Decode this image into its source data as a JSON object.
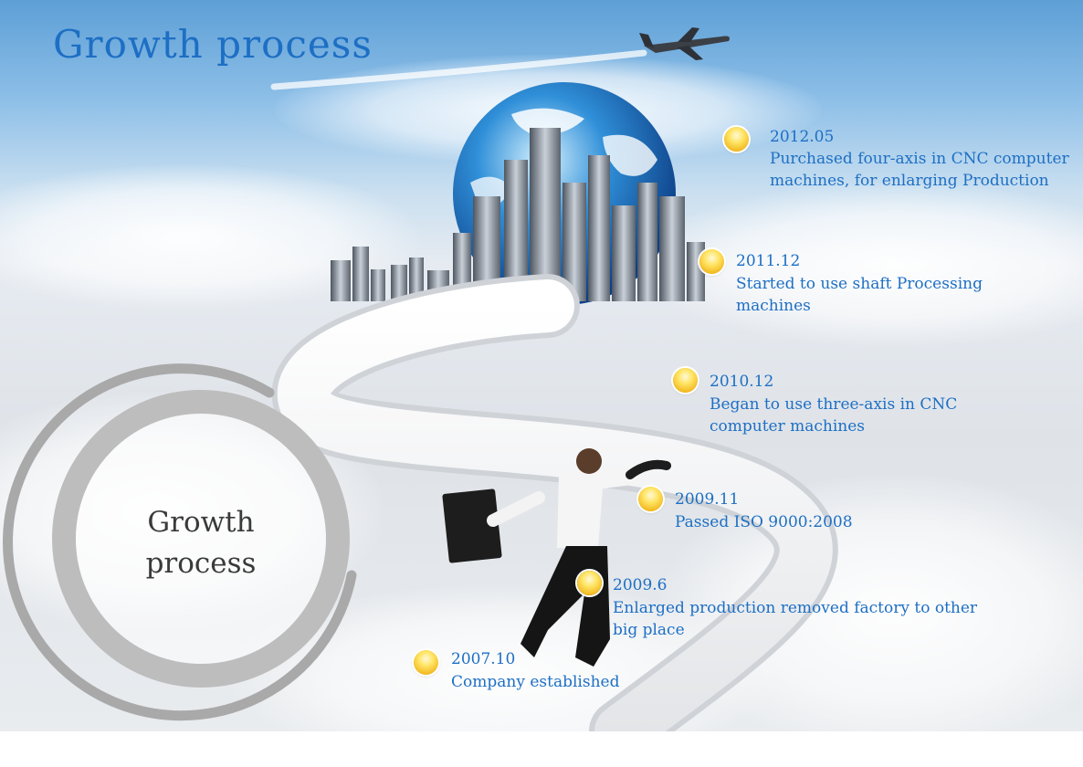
{
  "title": "Growth process",
  "badge": {
    "line1": "Growth",
    "line2": "process"
  },
  "timeline": [
    {
      "date": "2012.05",
      "desc": "Purchased four-axis in CNC computer machines, for enlarging Production"
    },
    {
      "date": "2011.12",
      "desc": "Started to use shaft Processing machines"
    },
    {
      "date": "2010.12",
      "desc": "Began to use three-axis in CNC computer machines"
    },
    {
      "date": "2009.11",
      "desc": "Passed ISO 9000:2008"
    },
    {
      "date": "2009.6",
      "desc": "Enlarged production removed factory to other big place"
    },
    {
      "date": "2007.10",
      "desc": "Company established"
    }
  ]
}
